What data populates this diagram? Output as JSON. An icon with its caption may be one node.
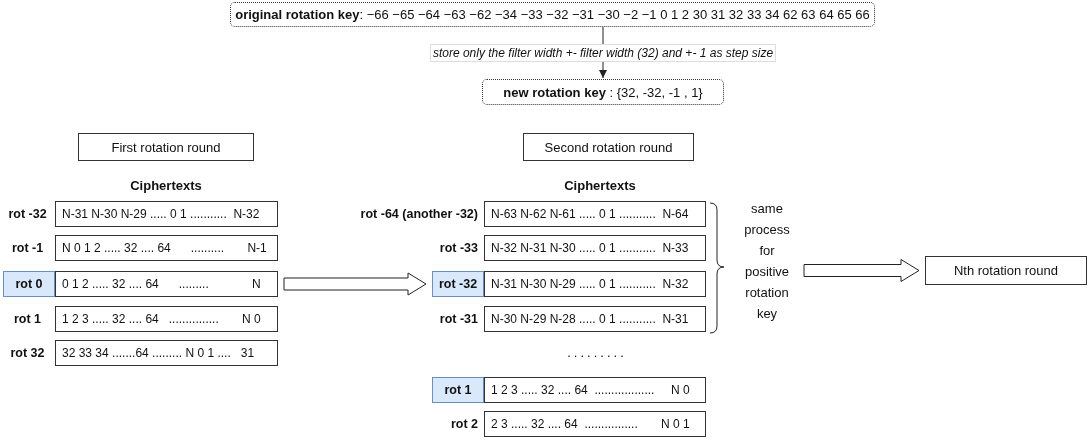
{
  "diagram": {
    "nodes": [
      {
        "text": [
          "**original rotation key**: −66 −65 −64 −63 −62 −34 −33 −32 −31 −30 −2 −1 0 1  2 30 31 32 33 34 62 63 64 65 66"
        ]
      },
      {
        "text": [
          "**new rotation key** : {32, -32, -1 , 1}"
        ]
      },
      {
        "text": [
          "First rotation round"
        ]
      },
      {
        "text": [
          "N-31 N-30 N-29 ..... 0 1 ...........  N-32"
        ],
        "beside": [
          "rot -32"
        ]
      },
      {
        "text": [
          "N 0 1 2 ..... 32 .... 64      ..........       N-1"
        ],
        "beside": [
          "rot -1"
        ]
      },
      {
        "text": [
          "0 1 2 ..... 32 .... 64      .........             N"
        ],
        "beside": [
          "rot 0"
        ]
      },
      {
        "text": [
          "1 2 3 ..... 32 .... 64   ...............       N 0"
        ],
        "beside": [
          "rot 1"
        ]
      },
      {
        "text": [
          "32 33 34 .......64 ......... N 0 1 ....   31"
        ],
        "beside": [
          "rot 32"
        ]
      },
      {
        "text": [
          "Second rotation round"
        ]
      },
      {
        "text": [
          "N-63 N-62 N-61 ..... 0 1 ...........  N-64"
        ],
        "beside": [
          "rot -64 (another -32)"
        ]
      },
      {
        "text": [
          "N-32 N-31 N-30 ..... 0 1 ...........  N-33"
        ],
        "beside": [
          "rot -33"
        ]
      },
      {
        "text": [
          "N-31 N-30 N-29 ..... 0 1 ...........  N-32"
        ],
        "beside": [
          "rot -32"
        ]
      },
      {
        "text": [
          "N-30 N-29 N-28 ..... 0 1 ...........  N-31"
        ],
        "beside": [
          "rot -31"
        ]
      },
      {
        "text": [
          "1 2 3 ..... 32 .... 64  ..................     N 0"
        ],
        "beside": [
          "rot 1"
        ]
      },
      {
        "text": [
          "2 3 ..... 32 .... 64  ................       N 0 1"
        ],
        "beside": [
          "rot 2"
        ]
      },
      {
        "text": [
          "same process for positive rotation key"
        ]
      },
      {
        "text": [
          "Nth rotation round"
        ]
      }
    ],
    "edges": [
      {
        "from": 0,
        "to": 1,
        "arrow": "to",
        "label": "store only the filter width +- filter width (32) and +- 1 as step size"
      },
      {
        "from": 5,
        "to": 11,
        "arrow": "to",
        "style": "thick"
      },
      {
        "from": 15,
        "to": 16,
        "arrow": "to",
        "style": "thick"
      }
    ],
    "labels": [
      "Ciphertexts",
      "Ciphertexts",
      "........."
    ]
  }
}
